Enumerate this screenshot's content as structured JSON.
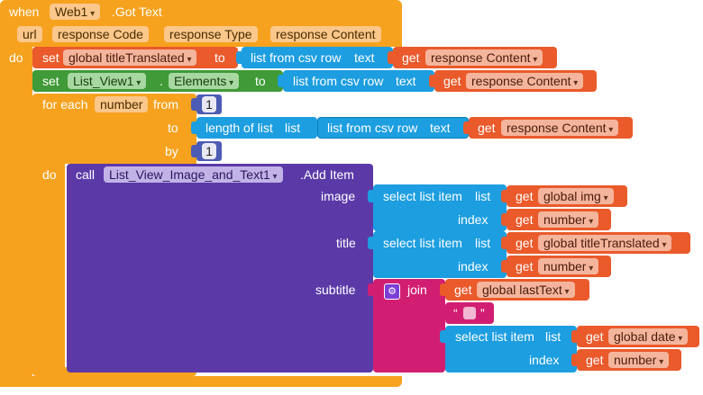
{
  "event": {
    "when": "when",
    "component": "Web1",
    "event_name": ".Got Text",
    "params": [
      "url",
      "response Code",
      "response Type",
      "response Content"
    ],
    "do": "do"
  },
  "stmt1": {
    "set": "set",
    "var": "global titleTranslated",
    "to": "to",
    "call": "list from csv row",
    "arg": "text",
    "get": "get",
    "get_var": "response Content"
  },
  "stmt2": {
    "set": "set",
    "component": "List_View1",
    "dot": ".",
    "property": "Elements",
    "to": "to",
    "call": "list from csv row",
    "arg": "text",
    "get": "get",
    "get_var": "response Content"
  },
  "loop": {
    "for_each": "for each",
    "var": "number",
    "from": "from",
    "from_val": "1",
    "to": "to",
    "length_of": "length of list",
    "list": "list",
    "call": "list from csv row",
    "arg": "text",
    "get": "get",
    "get_var": "response Content",
    "by": "by",
    "by_val": "1",
    "do": "do"
  },
  "additem": {
    "call": "call",
    "component": "List_View_Image_and_Text1",
    "method": ".Add Item",
    "image": "image",
    "title": "title",
    "subtitle": "subtitle",
    "select_list_item": "select list item",
    "list": "list",
    "index": "index",
    "get": "get",
    "img_var": "global img",
    "title_var": "global titleTranslated",
    "number_var": "number",
    "join": "join",
    "lasttext_var": "global lastText",
    "open_quote": "“",
    "close_quote": "”",
    "date_var": "global date"
  }
}
